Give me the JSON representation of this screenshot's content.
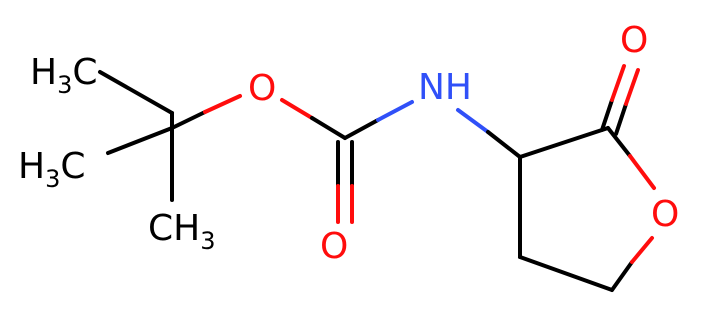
{
  "molecule": {
    "atoms": {
      "methyl_top": {
        "main": "H",
        "sub": "3",
        "tail": "C"
      },
      "methyl_mid": {
        "main": "H",
        "sub": "3",
        "tail": "C"
      },
      "methyl_bottom": {
        "main": "CH",
        "sub": "3"
      },
      "ester_oxygen": {
        "text": "O"
      },
      "carbonyl_oxygen": {
        "text": "O"
      },
      "amine_nitrogen": {
        "text": "NH"
      },
      "lactone_carbonyl_oxygen": {
        "text": "O"
      },
      "ring_oxygen": {
        "text": "O"
      }
    },
    "colors": {
      "carbon": "#000000",
      "oxygen": "#ff0d0d",
      "nitrogen": "#3050f8",
      "background": "#ffffff"
    }
  }
}
